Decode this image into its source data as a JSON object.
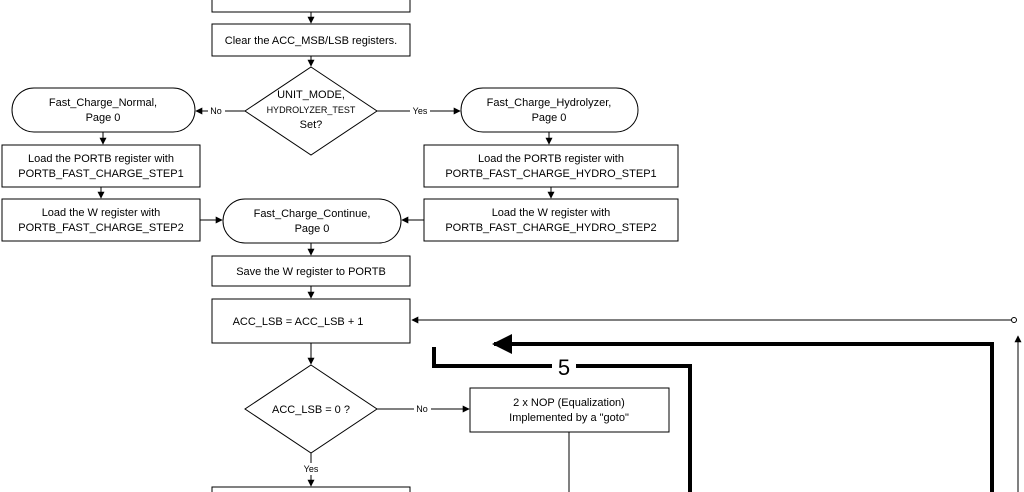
{
  "nodes": {
    "clear_regs": "Clear the ACC_MSB/LSB registers.",
    "unit_mode": [
      "UNIT_MODE,",
      "HYDROLYZER_TEST",
      "Set?"
    ],
    "fc_normal": [
      "Fast_Charge_Normal,",
      "Page 0"
    ],
    "fc_hydro": [
      "Fast_Charge_Hydrolyzer,",
      "Page 0"
    ],
    "portb_step1": [
      "Load the PORTB register with",
      "PORTB_FAST_CHARGE_STEP1"
    ],
    "portb_hydro_step1": [
      "Load the PORTB register with",
      "PORTB_FAST_CHARGE_HYDRO_STEP1"
    ],
    "w_step2": [
      "Load the W register with",
      "PORTB_FAST_CHARGE_STEP2"
    ],
    "fc_continue": [
      "Fast_Charge_Continue,",
      "Page 0"
    ],
    "w_hydro_step2": [
      "Load the W register with",
      "PORTB_FAST_CHARGE_HYDRO_STEP2"
    ],
    "save_w": "Save the W register to PORTB",
    "acc_inc": "ACC_LSB = ACC_LSB + 1",
    "acc_zero": "ACC_LSB = 0 ?",
    "nop": [
      "2 x NOP (Equalization)",
      "Implemented by a \"goto\""
    ]
  },
  "labels": {
    "no": "No",
    "yes": "Yes",
    "loop_count": "5"
  }
}
